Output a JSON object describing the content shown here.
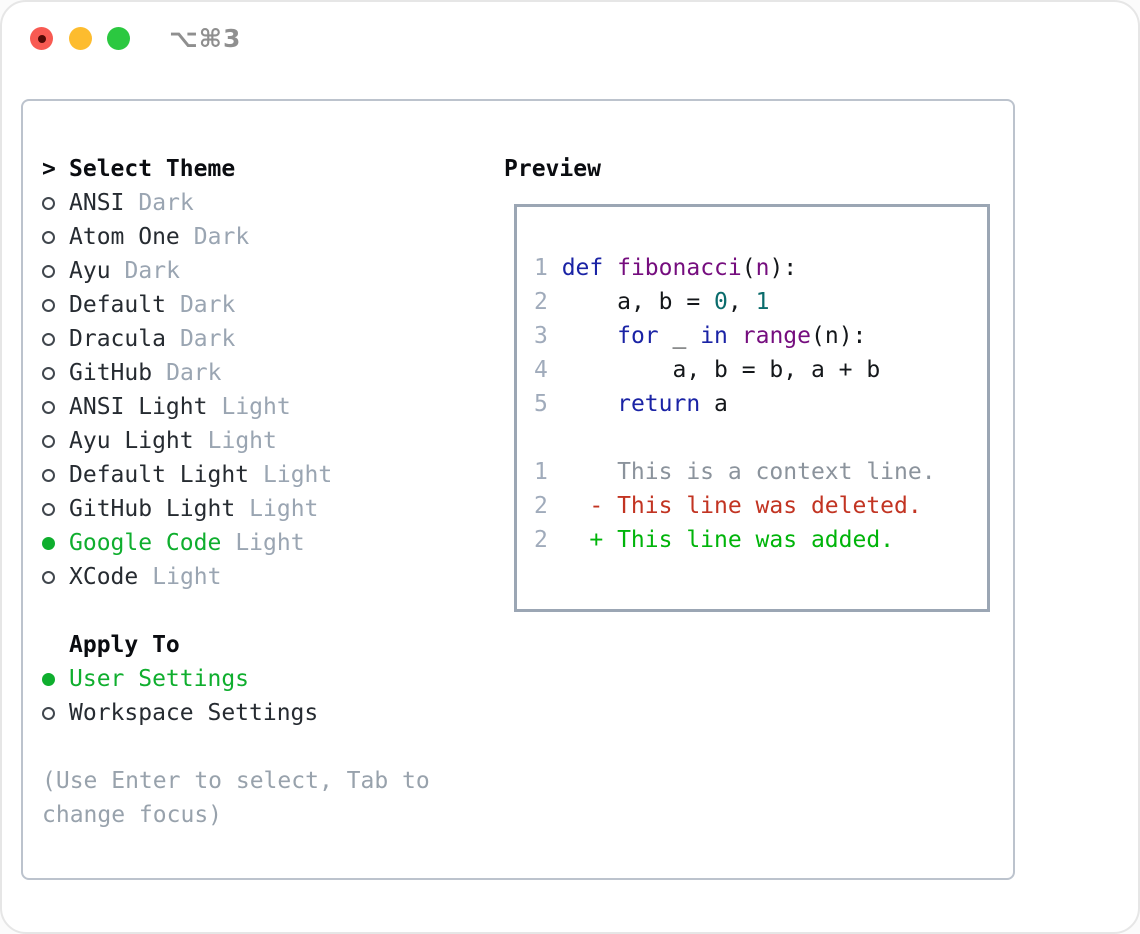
{
  "window": {
    "title": "⌥⌘3"
  },
  "titlebar_buttons": [
    {
      "name": "close"
    },
    {
      "name": "minimize"
    },
    {
      "name": "zoom"
    }
  ],
  "panel": {
    "theme_list": {
      "header_prefix": ">",
      "header": "Select Theme",
      "items": [
        {
          "name": "ANSI",
          "variant": "Dark",
          "selected": false
        },
        {
          "name": "Atom One",
          "variant": "Dark",
          "selected": false
        },
        {
          "name": "Ayu",
          "variant": "Dark",
          "selected": false
        },
        {
          "name": "Default",
          "variant": "Dark",
          "selected": false
        },
        {
          "name": "Dracula",
          "variant": "Dark",
          "selected": false
        },
        {
          "name": "GitHub",
          "variant": "Dark",
          "selected": false
        },
        {
          "name": "ANSI Light",
          "variant": "Light",
          "selected": false
        },
        {
          "name": "Ayu Light",
          "variant": "Light",
          "selected": false
        },
        {
          "name": "Default Light",
          "variant": "Light",
          "selected": false
        },
        {
          "name": "GitHub Light",
          "variant": "Light",
          "selected": false
        },
        {
          "name": "Google Code",
          "variant": "Light",
          "selected": true
        },
        {
          "name": "XCode",
          "variant": "Light",
          "selected": false
        }
      ]
    },
    "apply_to": {
      "header": "Apply To",
      "items": [
        {
          "name": "User Settings",
          "selected": true
        },
        {
          "name": "Workspace Settings",
          "selected": false
        }
      ]
    },
    "help_text": "(Use Enter to select, Tab to change focus)",
    "preview": {
      "header": "Preview",
      "code_lines": [
        {
          "num": "1",
          "tokens": [
            [
              "kw",
              "def"
            ],
            [
              "pl",
              " "
            ],
            [
              "ti",
              "fibonacci"
            ],
            [
              "pl",
              "("
            ],
            [
              "ti",
              "n"
            ],
            [
              "pl",
              "):"
            ]
          ]
        },
        {
          "num": "2",
          "tokens": [
            [
              "pl",
              "    a, b = "
            ],
            [
              "nu",
              "0"
            ],
            [
              "pl",
              ", "
            ],
            [
              "nu",
              "1"
            ]
          ]
        },
        {
          "num": "3",
          "tokens": [
            [
              "pl",
              "    "
            ],
            [
              "kw",
              "for"
            ],
            [
              "pl",
              " _ "
            ],
            [
              "kw",
              "in"
            ],
            [
              "pl",
              " "
            ],
            [
              "ti",
              "range"
            ],
            [
              "pl",
              "(n):"
            ]
          ]
        },
        {
          "num": "4",
          "tokens": [
            [
              "pl",
              "        a, b = b, a + b"
            ]
          ]
        },
        {
          "num": "5",
          "tokens": [
            [
              "pl",
              "    "
            ],
            [
              "kw",
              "return"
            ],
            [
              "pl",
              " a"
            ]
          ]
        }
      ],
      "diff_lines": [
        {
          "num": "1",
          "marker": " ",
          "text": "This is a context line.",
          "type": "context"
        },
        {
          "num": "2",
          "marker": "-",
          "text": "This line was deleted.",
          "type": "deleted"
        },
        {
          "num": "2",
          "marker": "+",
          "text": "This line was added.",
          "type": "added"
        }
      ]
    }
  },
  "colors": {
    "accent_green": "#0fae2e",
    "diff_added": "#00b40a",
    "diff_deleted": "#c23422",
    "diff_context": "#8b939c",
    "line_number": "#a0abbb",
    "keyword_blue": "#1a23a5",
    "title_purple": "#750d7e",
    "number_teal": "#0a6c6c",
    "muted": "#9aa5b2",
    "text": "#262b31",
    "traffic_red": "#f85a52",
    "traffic_yellow": "#fdbc2e",
    "traffic_green": "#2bc840"
  }
}
